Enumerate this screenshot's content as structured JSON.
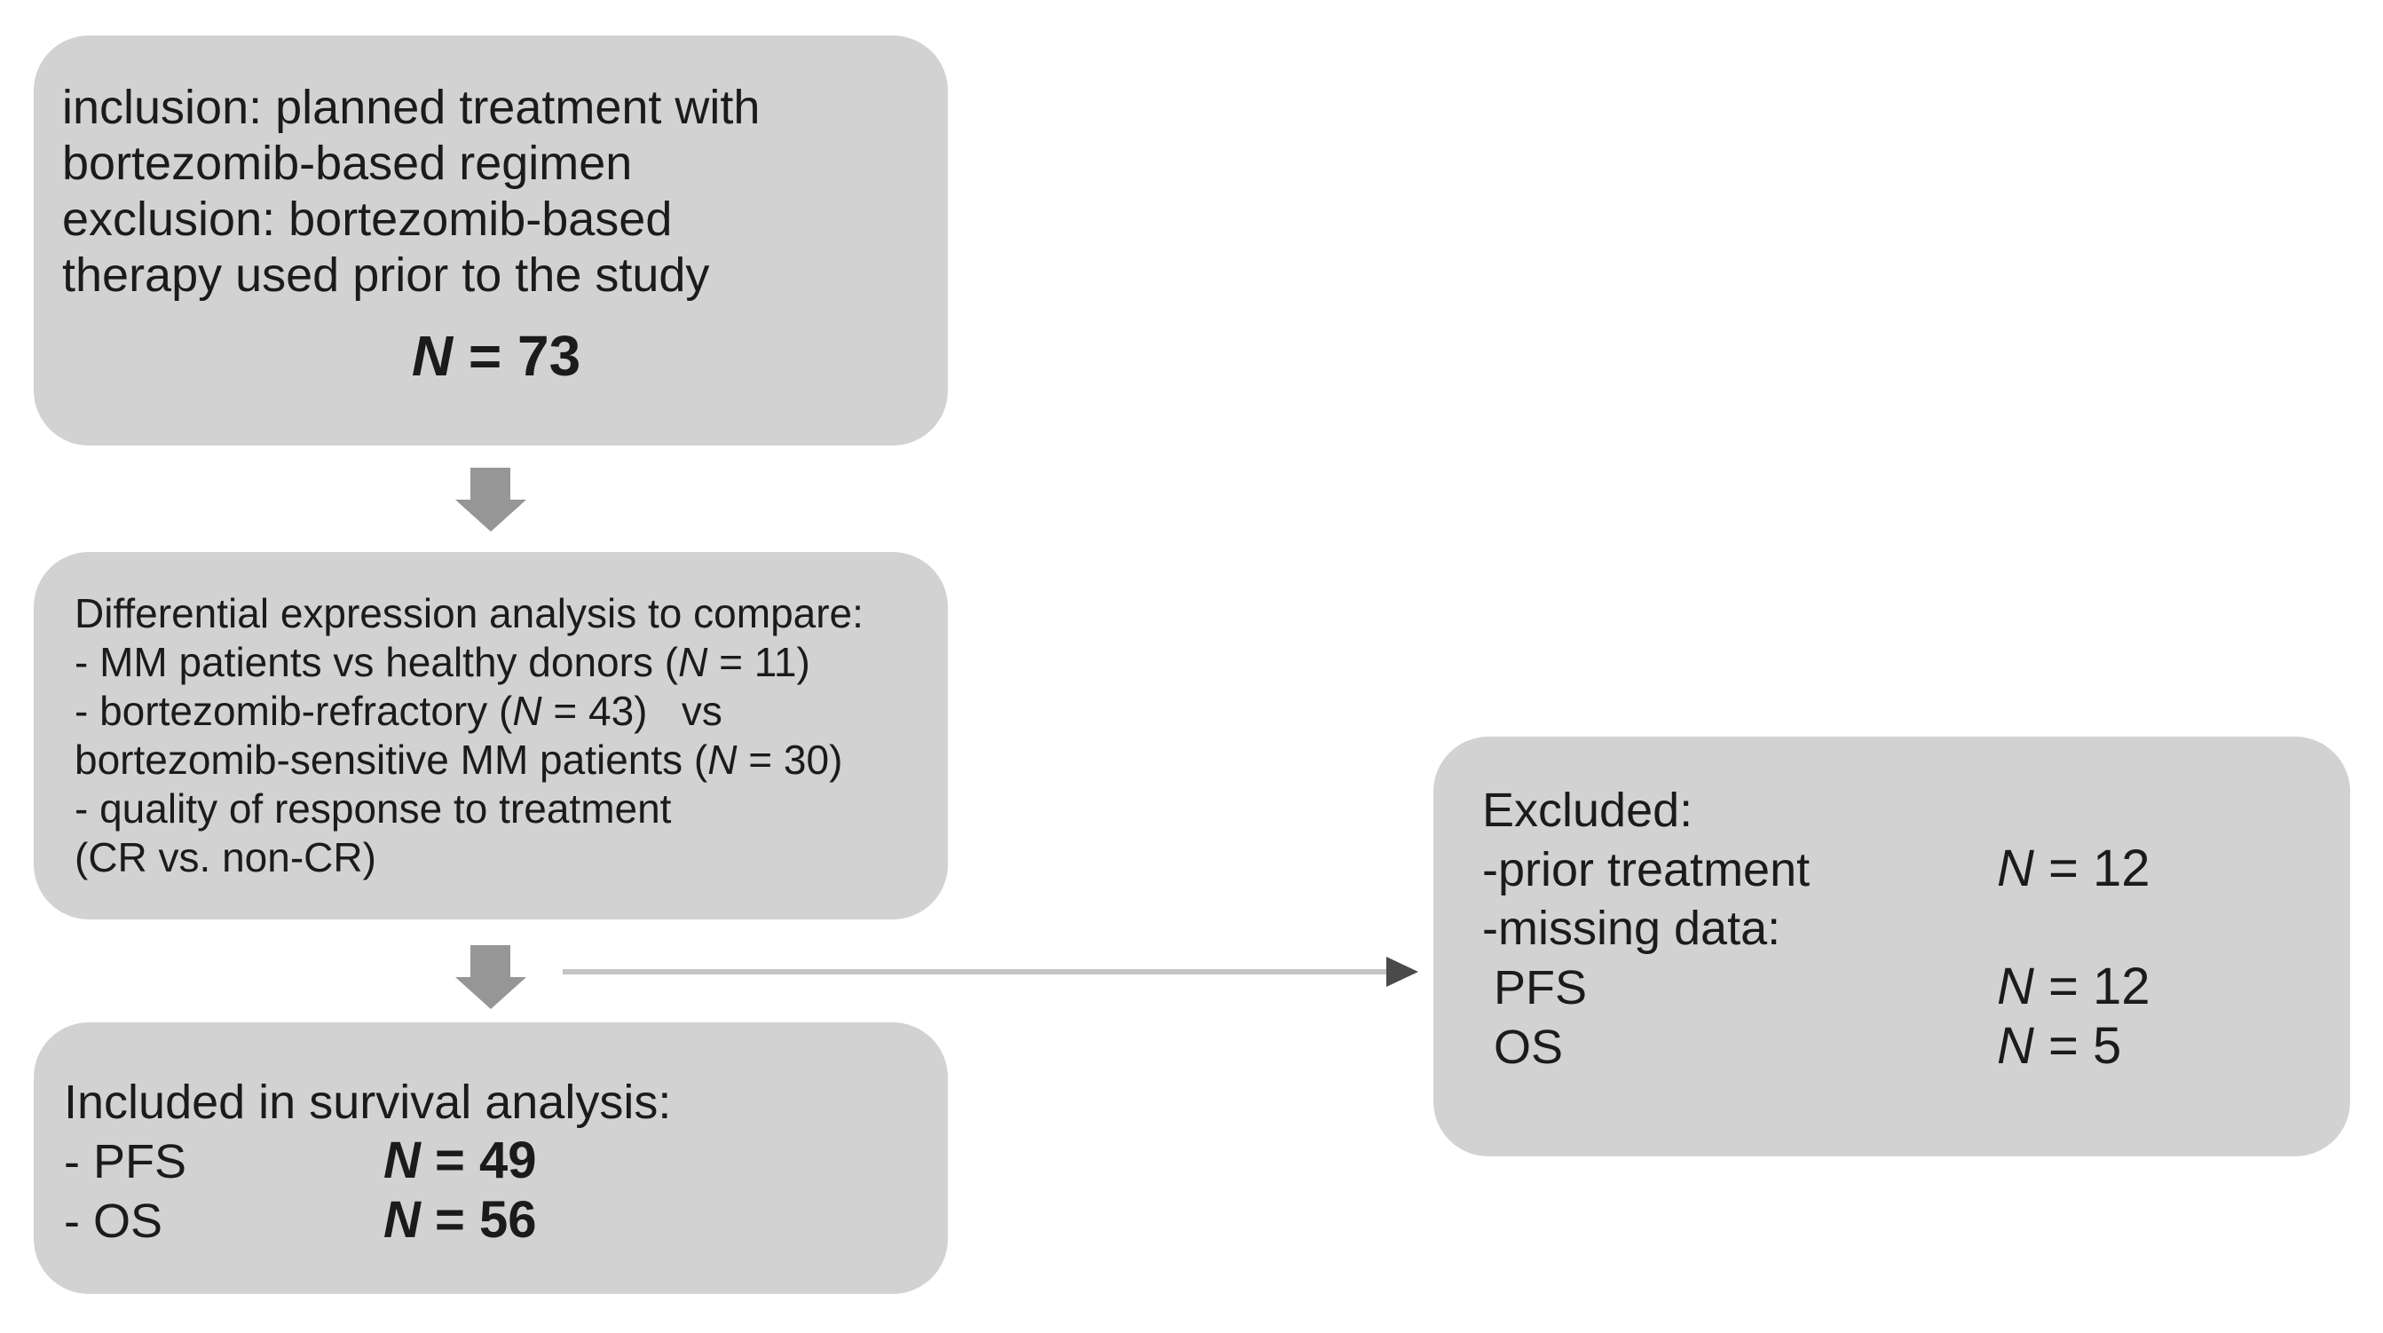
{
  "figure": {
    "type": "flow-diagram",
    "background": "#ffffff"
  },
  "colors": {
    "box_fill": "#d2d2d2",
    "block_arrow": "#969696",
    "connector_line": "#c4c4c4",
    "connector_arrowhead": "#4a4a4a",
    "text": "#1b1b1b"
  },
  "boxes": {
    "eligibility": {
      "lines": [
        "inclusion: planned treatment with",
        "bortezomib-based regimen",
        "exclusion: bortezomib-based",
        "therapy used prior to the study"
      ],
      "n": {
        "var": "N",
        "rest": " = 73"
      }
    },
    "analysis": {
      "lines": [
        {
          "pre": "Differential expression analysis to compare:"
        },
        {
          "pre": "- MM patients vs healthy donors (",
          "var": "N",
          "post": " = 11)"
        },
        {
          "pre": "- bortezomib-refractory (",
          "var": "N",
          "post": " = 43)   vs"
        },
        {
          "pre": "bortezomib-sensitive MM patients (",
          "var": "N",
          "post": " = 30)"
        },
        {
          "pre": "- quality of response to treatment"
        },
        {
          "pre": "(CR vs. non-CR)"
        }
      ]
    },
    "survival": {
      "title": "Included in survival analysis:",
      "rows": [
        {
          "label": "- PFS",
          "var": "N",
          "rest": " = 49"
        },
        {
          "label": "- OS",
          "var": "N",
          "rest": " = 56"
        }
      ]
    },
    "excluded": {
      "title": "Excluded:",
      "rows": [
        {
          "label": "-prior treatment",
          "var": "N",
          "rest": " = 12"
        },
        {
          "label": "-missing data:"
        },
        {
          "label": "PFS",
          "var": "N",
          "rest": " = 12"
        },
        {
          "label": "OS",
          "var": "N",
          "rest": " = 5"
        }
      ]
    }
  }
}
